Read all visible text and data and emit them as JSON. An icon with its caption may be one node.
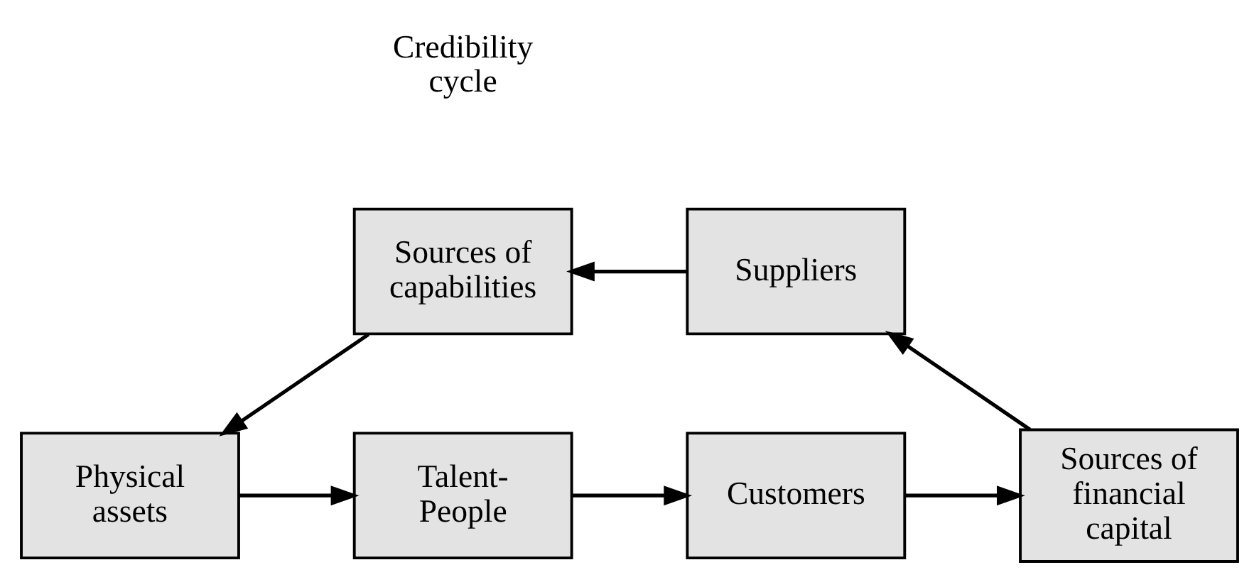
{
  "diagram": {
    "nodes": [
      {
        "text": [
          "Talent-People"
        ]
      },
      {
        "text": [
          "Customers"
        ]
      },
      {
        "text": [
          "Sources of financial capital"
        ]
      },
      {
        "text": [
          "Suppliers"
        ]
      },
      {
        "text": [
          "Sources of capabilities"
        ]
      },
      {
        "text": [
          "Physical assets"
        ]
      }
    ],
    "edges": [
      {
        "from": 5,
        "to": 0,
        "arrow": "to"
      },
      {
        "from": 0,
        "to": 1,
        "arrow": "to"
      },
      {
        "from": 1,
        "to": 2,
        "arrow": "to"
      },
      {
        "from": 2,
        "to": 3,
        "arrow": "to"
      },
      {
        "from": 3,
        "to": 4,
        "arrow": "to"
      },
      {
        "from": 4,
        "to": 5,
        "arrow": "to"
      }
    ],
    "labels": [
      "Credibility cycle"
    ]
  }
}
